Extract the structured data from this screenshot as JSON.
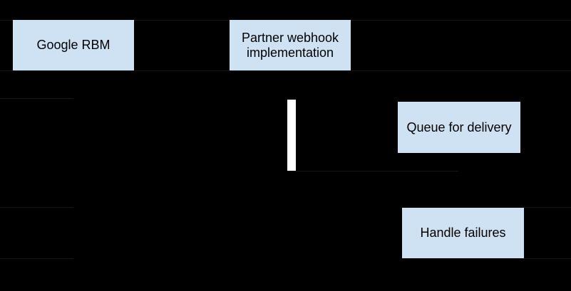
{
  "colors": {
    "background": "#000000",
    "node_fill": "#cfe2f3",
    "node_text": "#000000",
    "activation_fill": "#ffffff",
    "faint_line": "#161616"
  },
  "diagram": {
    "type": "sequence",
    "nodes": [
      {
        "id": "google-rbm",
        "label": "Google RBM"
      },
      {
        "id": "partner-webhook",
        "label": "Partner webhook implementation"
      },
      {
        "id": "queue-for-delivery",
        "label": "Queue for delivery"
      },
      {
        "id": "handle-failures",
        "label": "Handle failures"
      }
    ]
  }
}
